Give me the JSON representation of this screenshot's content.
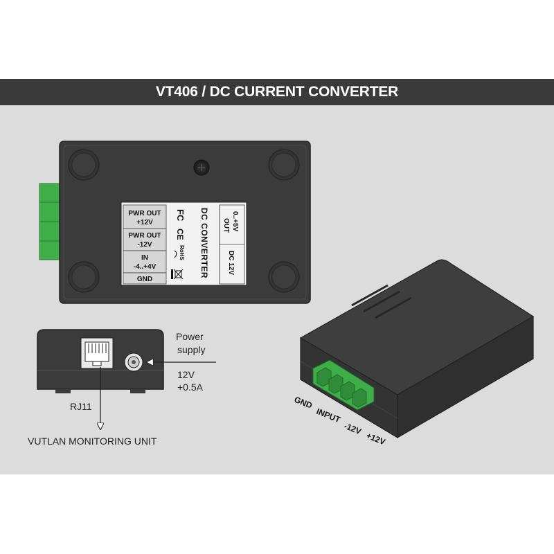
{
  "header": {
    "title": "VT406 / DC CURRENT CONVERTER"
  },
  "label_panel": {
    "rows": [
      "PWR OUT",
      "+12V",
      "PWR OUT",
      "-12V",
      "IN",
      "-4..+4V",
      "GND"
    ],
    "product_name": "DC CONVERTER",
    "out_label": "OUT",
    "out_range": "0..+5V",
    "dc_label": "DC 12V",
    "marks": [
      "FC",
      "CE",
      "RoHS"
    ]
  },
  "front_view": {
    "power_supply_label": [
      "Power",
      "supply"
    ],
    "power_spec": [
      "12V",
      "+0.5A"
    ],
    "rj11_label": "RJ11",
    "monitoring_unit_label": "VUTLAN MONITORING UNIT"
  },
  "terminal_labels": [
    "GND",
    "INPUT",
    "-12V",
    "+12V"
  ],
  "colors": {
    "header_bg": "#3a3a3a",
    "panel_bg": "#dcdcdc",
    "device": "#3c3c3c",
    "terminal_green": "#3fae49"
  }
}
